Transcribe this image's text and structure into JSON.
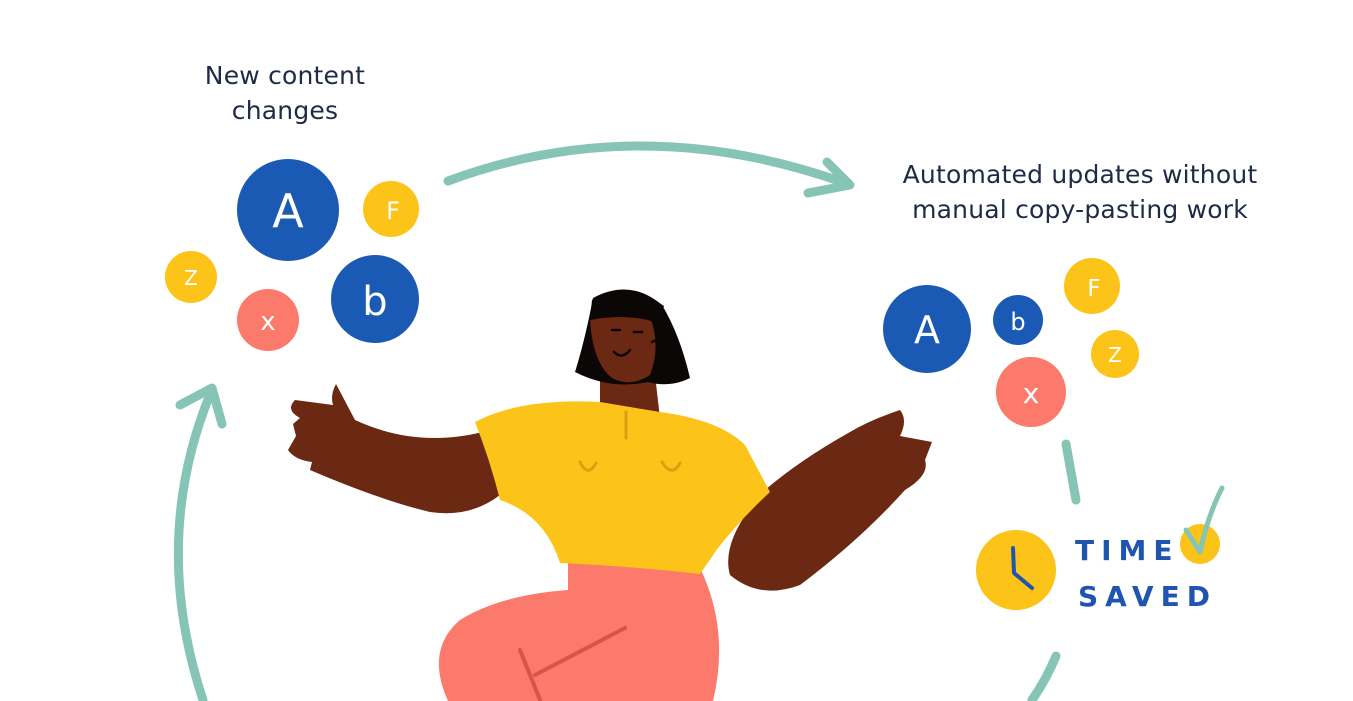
{
  "captions": {
    "left_line1": "New content",
    "left_line2": "changes",
    "right_line1": "Automated updates without",
    "right_line2": "manual copy-pasting work"
  },
  "bubbles_left": [
    {
      "letter": "A",
      "color": "#1a5ab5"
    },
    {
      "letter": "F",
      "color": "#fcc418"
    },
    {
      "letter": "Z",
      "color": "#fcc418"
    },
    {
      "letter": "x",
      "color": "#fb7a6b"
    },
    {
      "letter": "b",
      "color": "#1a5ab5"
    }
  ],
  "bubbles_right": [
    {
      "letter": "A",
      "color": "#1a5ab5"
    },
    {
      "letter": "b",
      "color": "#1a5ab5"
    },
    {
      "letter": "F",
      "color": "#fcc418"
    },
    {
      "letter": "Z",
      "color": "#fcc418"
    },
    {
      "letter": "x",
      "color": "#fb7a6b"
    }
  ],
  "badge": {
    "line1": "TIME",
    "line2": "SAVED",
    "icon": "clock-icon"
  },
  "colors": {
    "arrow": "#86c5b5",
    "blue": "#1a5ab5",
    "yellow": "#fcc418",
    "coral": "#fb7a6b",
    "skin": "#6b2812",
    "text": "#1d2b45"
  }
}
